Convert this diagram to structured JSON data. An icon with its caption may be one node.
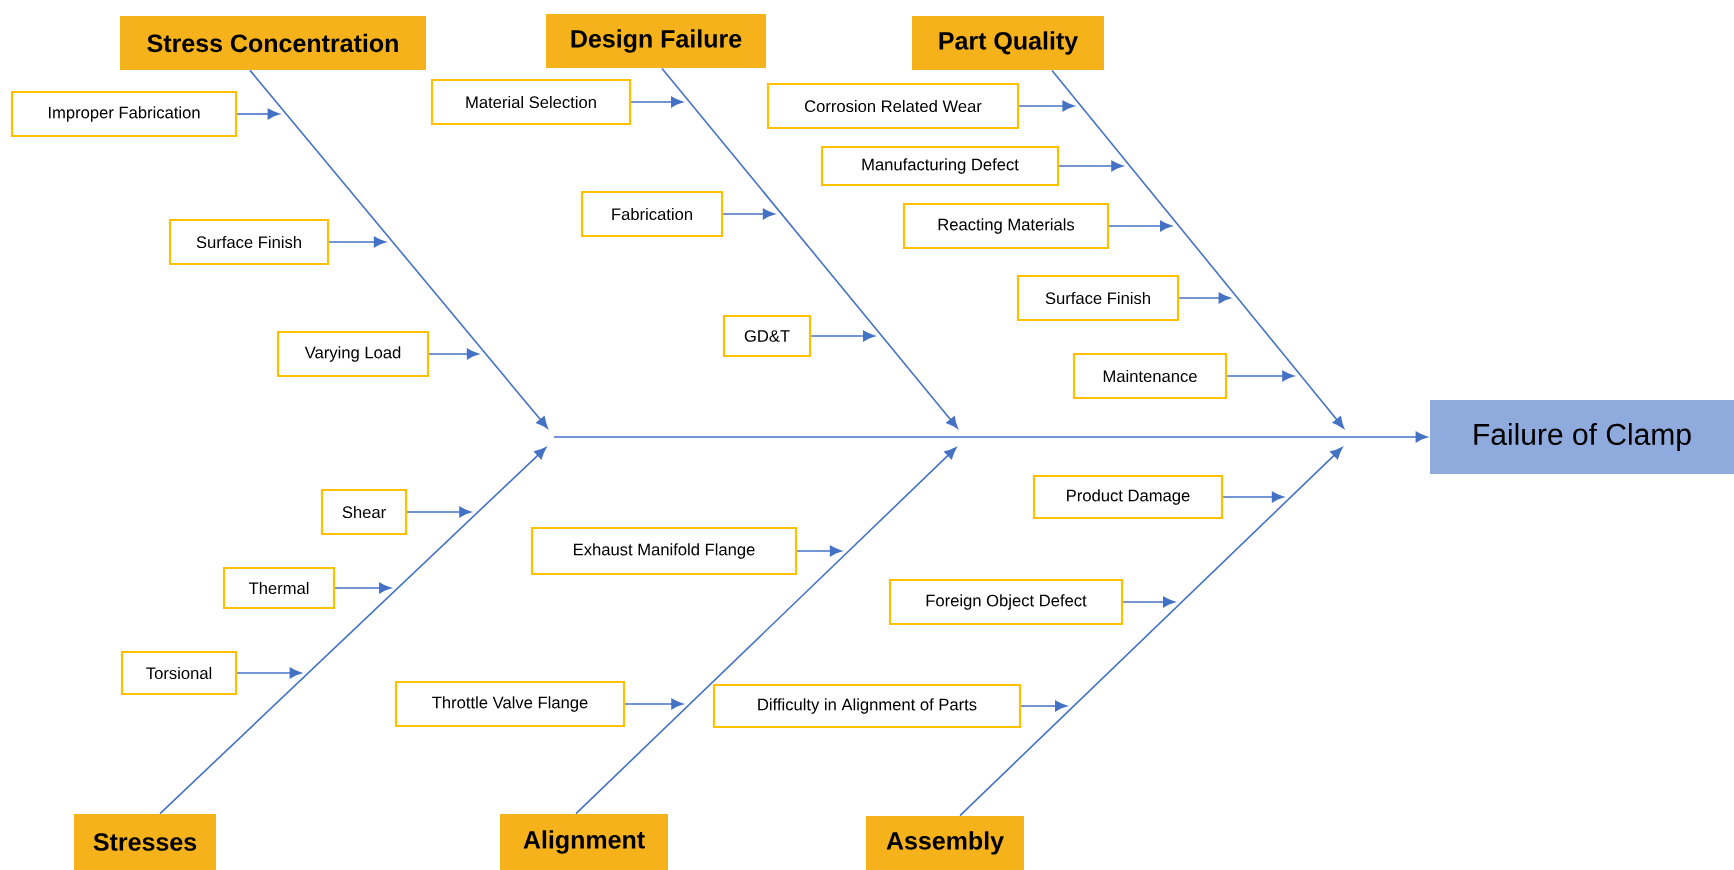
{
  "diagram": {
    "nodes": [
      {
        "text": [
          "Stress Concentration"
        ]
      },
      {
        "text": [
          "Design Failure"
        ]
      },
      {
        "text": [
          "Part Quality"
        ]
      },
      {
        "text": [
          "Stresses"
        ]
      },
      {
        "text": [
          "Alignment"
        ]
      },
      {
        "text": [
          "Assembly"
        ]
      },
      {
        "text": [
          "Failure of Clamp"
        ]
      },
      {
        "text": [
          "Improper Fabrication"
        ]
      },
      {
        "text": [
          "Surface Finish"
        ]
      },
      {
        "text": [
          "Varying Load"
        ]
      },
      {
        "text": [
          "Material Selection"
        ]
      },
      {
        "text": [
          "Fabrication"
        ]
      },
      {
        "text": [
          "GD&T"
        ]
      },
      {
        "text": [
          "Corrosion Related Wear"
        ]
      },
      {
        "text": [
          "Manufacturing Defect"
        ]
      },
      {
        "text": [
          "Reacting Materials"
        ]
      },
      {
        "text": [
          "Surface Finish"
        ]
      },
      {
        "text": [
          "Maintenance"
        ]
      },
      {
        "text": [
          "Product Damage"
        ]
      },
      {
        "text": [
          "Foreign Object Defect"
        ]
      },
      {
        "text": [
          "Difficulty in Alignment of Parts"
        ]
      },
      {
        "text": [
          "Shear"
        ]
      },
      {
        "text": [
          "Thermal"
        ]
      },
      {
        "text": [
          "Torsional"
        ]
      },
      {
        "text": [
          "Exhaust Manifold Flange"
        ]
      },
      {
        "text": [
          "Throttle Valve Flange"
        ]
      }
    ],
    "edges": [
      {
        "from": 7,
        "to": null,
        "arrow": "to"
      },
      {
        "from": 8,
        "to": null,
        "arrow": "to"
      },
      {
        "from": 9,
        "to": null,
        "arrow": "to"
      },
      {
        "from": 10,
        "to": null,
        "arrow": "to"
      },
      {
        "from": 11,
        "to": null,
        "arrow": "to"
      },
      {
        "from": 12,
        "to": null,
        "arrow": "to"
      },
      {
        "from": 13,
        "to": null,
        "arrow": "to"
      },
      {
        "from": 14,
        "to": null,
        "arrow": "to"
      },
      {
        "from": 15,
        "to": null,
        "arrow": "to"
      },
      {
        "from": 16,
        "to": null,
        "arrow": "to"
      },
      {
        "from": 17,
        "to": null,
        "arrow": "to"
      },
      {
        "from": 18,
        "to": null,
        "arrow": "to"
      },
      {
        "from": 19,
        "to": null,
        "arrow": "to"
      },
      {
        "from": 20,
        "to": null,
        "arrow": "to"
      },
      {
        "from": 21,
        "to": null,
        "arrow": "to"
      },
      {
        "from": 22,
        "to": null,
        "arrow": "to"
      },
      {
        "from": 23,
        "to": null,
        "arrow": "to"
      },
      {
        "from": 24,
        "to": null,
        "arrow": "to"
      },
      {
        "from": 25,
        "to": null,
        "arrow": "to"
      },
      {
        "from": 0,
        "to": null,
        "arrow": "to"
      },
      {
        "from": 1,
        "to": null,
        "arrow": "to"
      },
      {
        "from": 2,
        "to": null,
        "arrow": "to"
      },
      {
        "from": 3,
        "to": null,
        "arrow": "to"
      },
      {
        "from": 4,
        "to": null,
        "arrow": "to"
      },
      {
        "from": 5,
        "to": null,
        "arrow": "to"
      },
      {
        "from": null,
        "to": 6,
        "arrow": "to"
      }
    ]
  }
}
